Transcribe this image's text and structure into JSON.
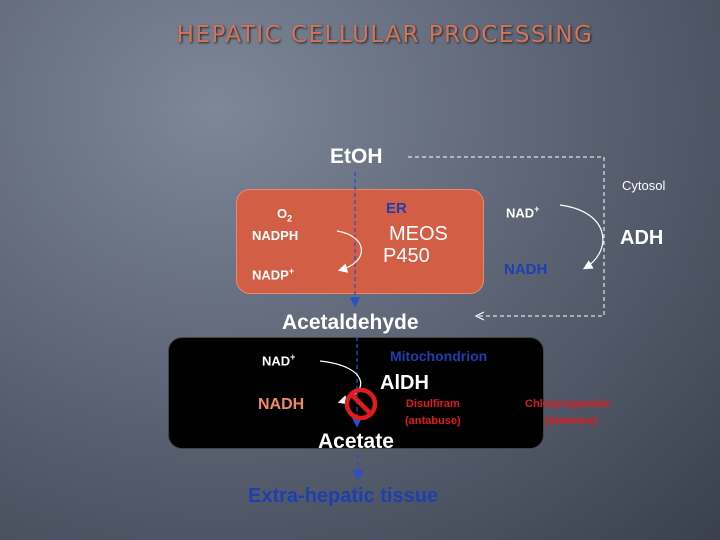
{
  "title": "HEPATIC CELLULAR PROCESSING",
  "nodes": {
    "etoh": "EtOH",
    "acetaldehyde": "Acetaldehyde",
    "acetate": "Acetate",
    "extra_hepatic": "Extra-hepatic tissue"
  },
  "er_box": {
    "label": "ER",
    "o2": "O",
    "o2_sub": "2",
    "nadph": "NADPH",
    "nadp": "NADP",
    "nadp_sup": "+",
    "enzyme_line1": "MEOS",
    "enzyme_line2": "P450"
  },
  "cytosol": {
    "label": "Cytosol",
    "nad": "NAD",
    "nad_sup": "+",
    "nadh": "NADH",
    "enzyme": "ADH"
  },
  "mitochondrion": {
    "label": "Mitochondrion",
    "nad": "NAD",
    "nad_sup": "+",
    "nadh": "NADH",
    "enzyme": "AlDH",
    "inhibitor1_line1": "Disulfiram",
    "inhibitor1_line2": "(antabuse)",
    "inhibitor2_line1": "Chlorpropamide",
    "inhibitor2_line2": "(diabetes)"
  },
  "colors": {
    "title": "#d2745a",
    "er_box": "#d25f45",
    "mito_box": "#000000",
    "blue_text": "#1d3fb0",
    "inhibitor_red": "#e01b1b",
    "nadh_salmon": "#f08a66"
  }
}
